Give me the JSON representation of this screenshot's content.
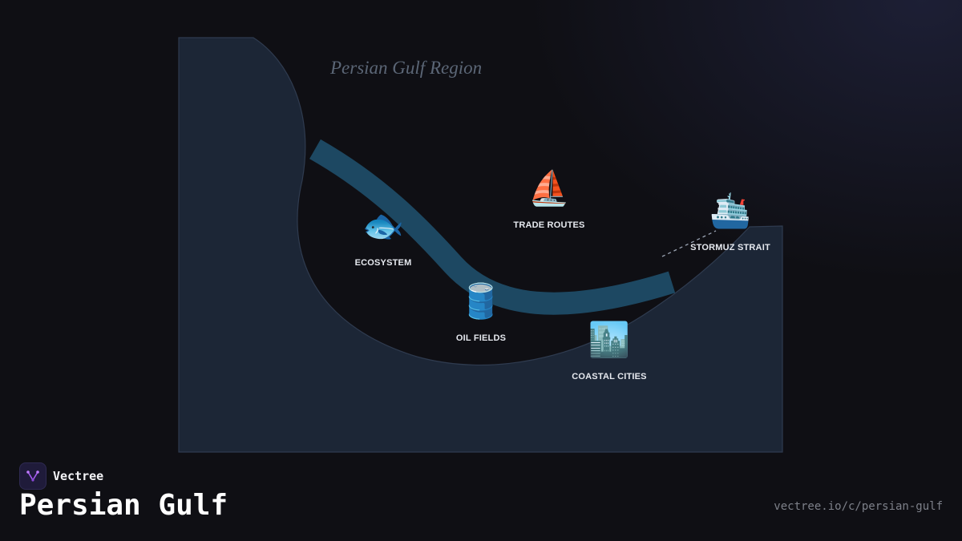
{
  "map": {
    "title": "Persian Gulf Region",
    "land_color": "#1c2636",
    "water_color": "#1f4c66",
    "markers": [
      {
        "id": "ecosystem",
        "icon": "🐟",
        "icon_name": "fish-icon",
        "label": "ECOSYSTEM"
      },
      {
        "id": "oil-fields",
        "icon": "🛢️",
        "icon_name": "oil-barrel-icon",
        "label": "OIL FIELDS"
      },
      {
        "id": "trade-routes",
        "icon": "⛵",
        "icon_name": "sailboat-icon",
        "label": "TRADE ROUTES"
      },
      {
        "id": "coastal-cities",
        "icon": "🏙️",
        "icon_name": "cityscape-icon",
        "label": "COASTAL CITIES"
      },
      {
        "id": "stormuz-strait",
        "icon": "🛳️",
        "icon_name": "ship-icon",
        "label": "STORMUZ STRAIT"
      }
    ]
  },
  "brand": {
    "name": "Vectree",
    "accent": "#a55cf0"
  },
  "page": {
    "heading": "Persian Gulf",
    "url": "vectree.io/c/persian-gulf"
  }
}
